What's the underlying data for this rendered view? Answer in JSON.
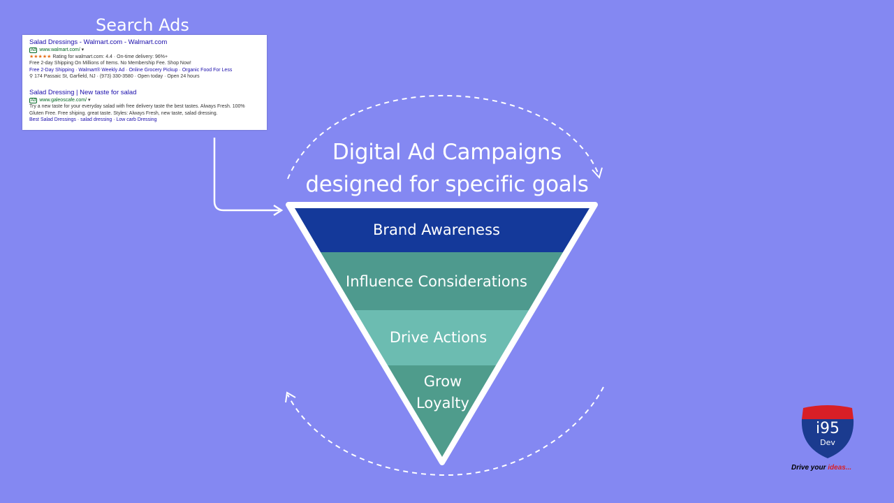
{
  "search_ads": {
    "title": "Search Ads",
    "ads": [
      {
        "title": "Salad Dressings - Walmart.com - Walmart.com",
        "badge": "Ad",
        "url": "www.walmart.com/",
        "stars": "★★★★★",
        "rating": "Rating for walmart.com: 4.4 · On-time delivery: 96%+",
        "line1": "Free 2-day Shipping On Millions of Items. No Membership Fee. Shop Now!",
        "links": "Free 2-Day Shipping · Walmart® Weekly Ad · Online Grocery Pickup · Organic Food For Less",
        "location": "174 Passaic St, Garfield, NJ · (973) 330-3580 · Open today · Open 24 hours"
      },
      {
        "title": "Salad Dressing | New taste for salad",
        "badge": "Ad",
        "url": "www.galeoscafe.com/",
        "line1": "Try a new taste for your everyday salad with free delivery taste the best tastes. Always Fresh. 100%",
        "line2": "Gluten Free. Free shiping. great taste. Styles: Always Fresh, new taste, salad dressing.",
        "links": "Best Salad Dressings · salad dressing · Low carb Dressing"
      }
    ]
  },
  "headline": {
    "line1": "Digital Ad Campaigns",
    "line2": "designed for specific goals"
  },
  "funnel": {
    "stages": [
      {
        "label": "Brand Awareness",
        "color": "#14399a"
      },
      {
        "label": "Influence Considerations",
        "color": "#4e9a8e"
      },
      {
        "label": "Drive Actions",
        "color": "#6cbcb1"
      },
      {
        "grow": "Grow",
        "loyalty": "Loyalty",
        "color": "#4f9c8c"
      }
    ]
  },
  "logo": {
    "brand": "i95",
    "sub": "Dev",
    "tagline_pre": "Drive your",
    "tagline_accent": "ideas...",
    "colors": {
      "red": "#d81f26",
      "blue": "#1b3b8f"
    }
  }
}
